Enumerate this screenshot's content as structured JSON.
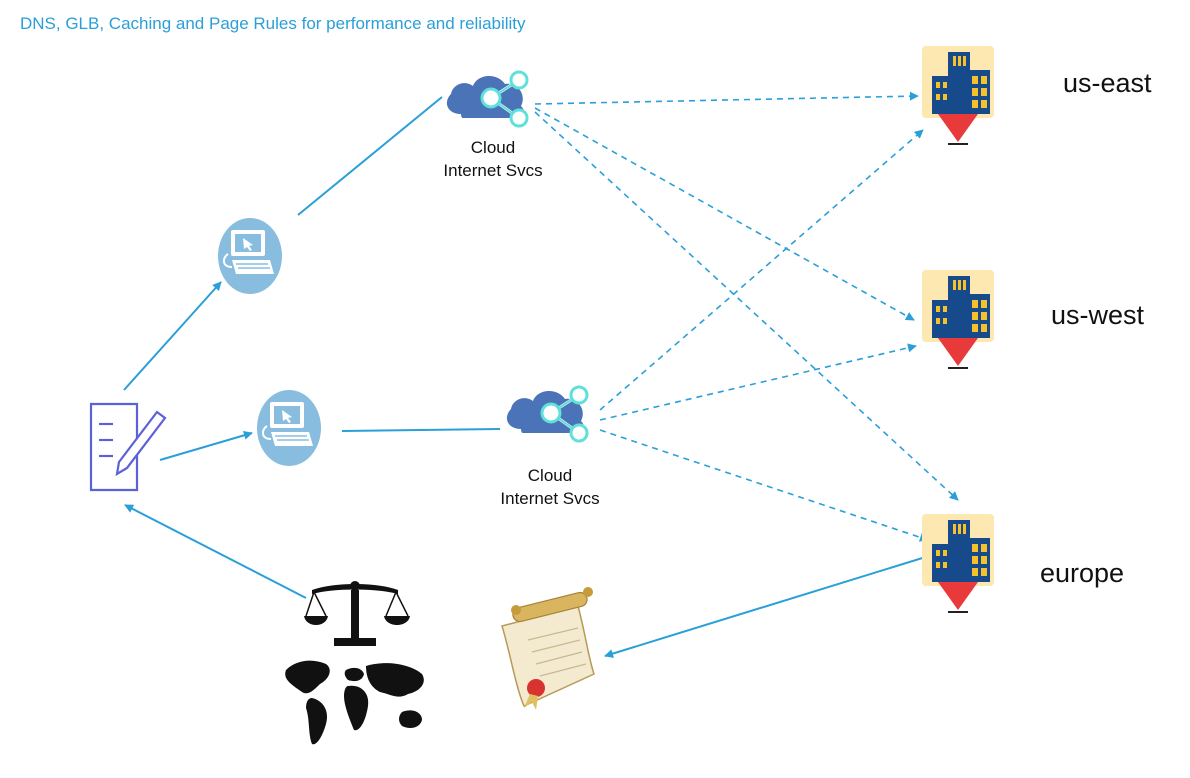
{
  "title": "DNS, GLB, Caching and Page Rules for performance and reliability",
  "cloud_services": [
    {
      "line1": "Cloud",
      "line2": "Internet Svcs"
    },
    {
      "line1": "Cloud",
      "line2": "Internet Svcs"
    }
  ],
  "regions": [
    "us-east",
    "us-west",
    "europe"
  ],
  "colors": {
    "title": "#2a9fd8",
    "connector": "#2a9fd8",
    "cloud_blue": "#4a73b8",
    "cloud_node": "#5fe0d8",
    "computer_circle": "#88bde0",
    "building_bg": "#fce8b0",
    "building": "#174a8a",
    "window": "#f7c12b",
    "pin_red": "#e83a3a"
  },
  "icons": {
    "document": "document-edit-icon",
    "computer": "computer-icon",
    "cloud": "cloud-internet-services-icon",
    "datacenter": "datacenter-building-icon",
    "regulation": "scales-and-world-map-icon",
    "certificate": "scroll-certificate-icon"
  }
}
